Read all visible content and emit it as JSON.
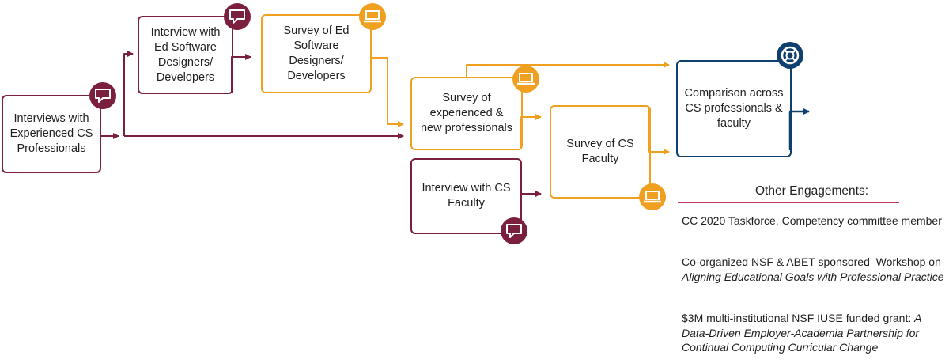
{
  "nodes": {
    "interviews_experienced": "Interviews with Experienced CS Professionals",
    "interview_ed_software": "Interview with Ed Software Designers/ Developers",
    "survey_ed_software": "Survey of Ed Software Designers/ Developers",
    "survey_experienced_new": "Survey of experienced & new professionals",
    "interview_cs_faculty": "Interview with CS Faculty",
    "survey_cs_faculty": "Survey of CS Faculty",
    "comparison": "Comparison across CS professionals & faculty"
  },
  "icons": {
    "interview": "speech-bubble-icon",
    "survey": "laptop-icon",
    "comparison": "lifebuoy-icon"
  },
  "colors": {
    "maroon": "#7a1f3d",
    "orange": "#f0a020",
    "navy": "#0e3f6e"
  },
  "engagements": {
    "title": "Other Engagements:",
    "item1": "CC 2020 Taskforce, Competency committee member",
    "item2_plain": "Co-organized NSF & ABET sponsored  Workshop on ",
    "item2_italic": "Aligning Educational Goals with Professional Practice",
    "item3_plain": "$3M multi-institutional NSF IUSE funded grant: ",
    "item3_italic": "A Data-Driven Employer-Academia Partnership for Continual Computing Curricular Change"
  }
}
